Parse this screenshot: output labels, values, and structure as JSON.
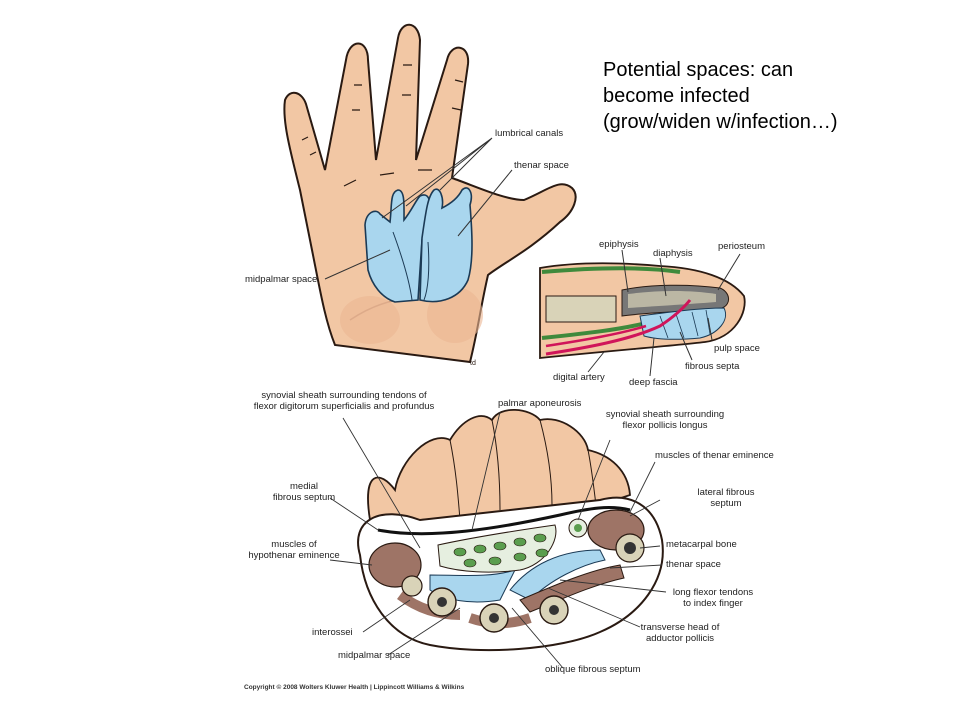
{
  "note": {
    "line1": "Potential spaces: can",
    "line2": "become infected",
    "line3": "(grow/widen w/infection…)"
  },
  "hand_labels": {
    "lumbrical_canals": "lumbrical canals",
    "thenar_space": "thenar space",
    "midpalmar_space": "midpalmar space"
  },
  "finger_labels": {
    "epiphysis": "epiphysis",
    "diaphysis": "diaphysis",
    "periosteum": "periosteum",
    "pulp_space": "pulp space",
    "fibrous_septa": "fibrous septa",
    "digital_artery": "digital artery",
    "deep_fascia": "deep fascia"
  },
  "section_labels": {
    "synovial_flexor_dig_1": "synovial sheath surrounding tendons of",
    "synovial_flexor_dig_2": "flexor digitorum superficialis and profundus",
    "palmar_aponeurosis": "palmar aponeurosis",
    "synovial_pollicis_1": "synovial sheath surrounding",
    "synovial_pollicis_2": "flexor pollicis longus",
    "thenar_muscles": "muscles of thenar eminence",
    "medial_septum_1": "medial",
    "medial_septum_2": "fibrous septum",
    "lateral_septum_1": "lateral fibrous",
    "lateral_septum_2": "septum",
    "hypothenar_1": "muscles of",
    "hypothenar_2": "hypothenar eminence",
    "metacarpal_bone": "metacarpal bone",
    "thenar_space": "thenar space",
    "long_flexor_1": "long flexor tendons",
    "long_flexor_2": "to index finger",
    "interossei": "interossei",
    "adductor_1": "transverse head of",
    "adductor_2": "adductor pollicis",
    "midpalmar_space": "midpalmar space",
    "oblique_septum": "oblique fibrous septum"
  },
  "copyright": "Copyright © 2008 Wolters Kluwer Health | Lippincott Williams & Wilkins",
  "colors": {
    "skin": "#f2c7a4",
    "skin_outline": "#2a1a12",
    "space_blue": "#a9d6ee",
    "space_blue_outline": "#1b3a55",
    "muscle": "#9e7466",
    "bone": "#d9d3b8",
    "artery": "#d0155a",
    "fascia_green": "#3f8a3c"
  }
}
